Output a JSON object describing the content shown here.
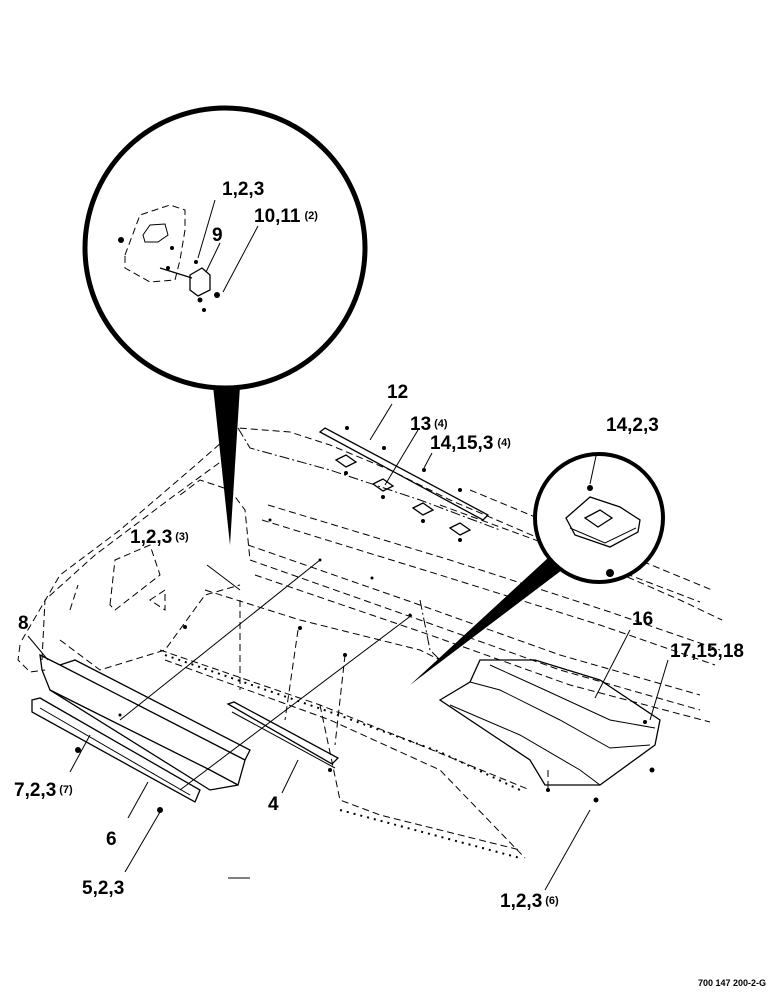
{
  "callouts": {
    "c_1_2_3_top": {
      "main": "1,2,3",
      "qty": ""
    },
    "c_9": {
      "main": "9",
      "qty": ""
    },
    "c_10_11": {
      "main": "10,11",
      "qty": "(2)"
    },
    "c_12": {
      "main": "12",
      "qty": ""
    },
    "c_13": {
      "main": "13",
      "qty": "(4)"
    },
    "c_14_15_3": {
      "main": "14,15,3",
      "qty": "(4)"
    },
    "c_14_2_3": {
      "main": "14,2,3",
      "qty": ""
    },
    "c_1_2_3_mid": {
      "main": "1,2,3",
      "qty": "(3)"
    },
    "c_8": {
      "main": "8",
      "qty": ""
    },
    "c_16": {
      "main": "16",
      "qty": ""
    },
    "c_17_15_18": {
      "main": "17,15,18",
      "qty": ""
    },
    "c_7_2_3": {
      "main": "7,2,3",
      "qty": "(7)"
    },
    "c_6": {
      "main": "6",
      "qty": ""
    },
    "c_4": {
      "main": "4",
      "qty": ""
    },
    "c_5_2_3": {
      "main": "5,2,3",
      "qty": ""
    },
    "c_1_2_3_bottom": {
      "main": "1,2,3",
      "qty": "(6)"
    }
  },
  "drawing_number": "700 147 200-2-G"
}
